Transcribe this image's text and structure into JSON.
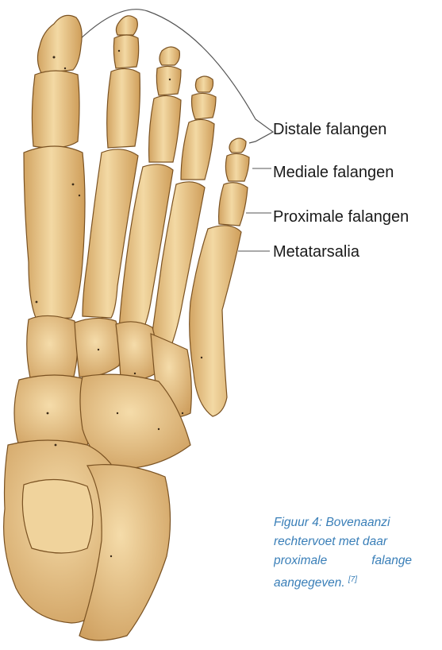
{
  "labels": {
    "distal": "Distale falangen",
    "medial": "Mediale falangen",
    "proximal": "Proximale falangen",
    "metatarsal": "Metatarsalia"
  },
  "caption": {
    "line1": "Figuur 4: Bovenaanzi",
    "line2": "rechtervoet met daar",
    "line3_word1": "proximale",
    "line3_word2": "falange",
    "line4": "aangegeven.",
    "reference": "[7]"
  },
  "colors": {
    "bone": "#e9c88a",
    "bone_shadow": "#c99a52",
    "bone_highlight": "#f7e2b4",
    "outline": "#7a5222",
    "caption": "#3a7fb8"
  }
}
